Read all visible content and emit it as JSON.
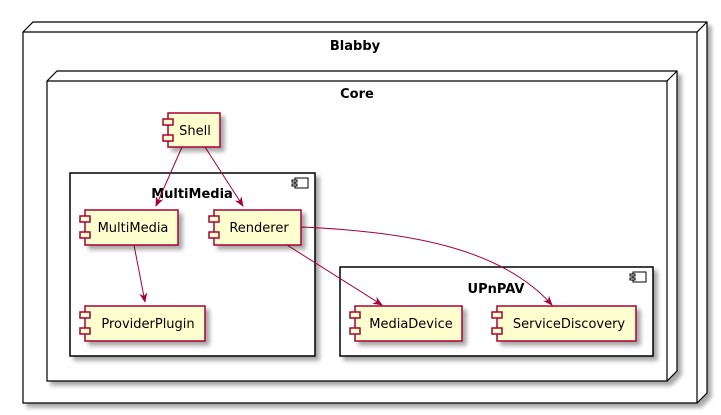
{
  "nodes": {
    "outer": "Blabby",
    "inner": "Core"
  },
  "packages": {
    "multimedia": "MultiMedia",
    "upnpav": "UPnPAV"
  },
  "components": {
    "shell": "Shell",
    "multimedia": "MultiMedia",
    "renderer": "Renderer",
    "provider_plugin": "ProviderPlugin",
    "media_device": "MediaDevice",
    "service_discovery": "ServiceDiscovery"
  },
  "colors": {
    "component_fill": "#FEFECE",
    "component_border": "#A80036",
    "arrow": "#A80036",
    "frame_border": "#000000",
    "shadow": "#C8C8C8"
  }
}
